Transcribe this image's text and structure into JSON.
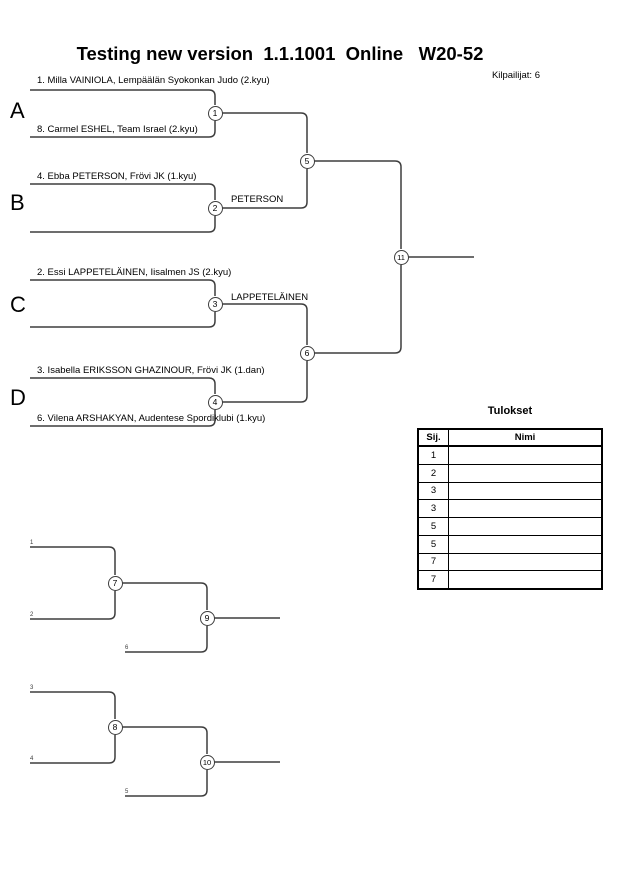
{
  "header": {
    "title": "Testing new version  1.1.1001  Online   W20-52",
    "competitors_label": "Kilpailijat: 6"
  },
  "pools": [
    {
      "id": "A",
      "letter": "A"
    },
    {
      "id": "B",
      "letter": "B"
    },
    {
      "id": "C",
      "letter": "C"
    },
    {
      "id": "D",
      "letter": "D"
    }
  ],
  "players": [
    {
      "id": "a1",
      "label": "1. Milla VAINIOLA, Lempäälän Syokonkan Judo (2.kyu)"
    },
    {
      "id": "a2",
      "label": "8. Carmel ESHEL, Team Israel (2.kyu)"
    },
    {
      "id": "b1",
      "label": "4. Ebba PETERSON, Frövi JK (1.kyu)"
    },
    {
      "id": "c1",
      "label": "2. Essi LAPPETELÄINEN, Iisalmen JS (2.kyu)"
    },
    {
      "id": "d1",
      "label": "3. Isabella ERIKSSON GHAZINOUR, Frövi JK (1.dan)"
    },
    {
      "id": "d2",
      "label": "6. Vilena ARSHAKYAN, Audentese Spordiklubi (1.kyu)"
    }
  ],
  "winner_labels": [
    {
      "match": "2",
      "name": "PETERSON"
    },
    {
      "match": "3",
      "name": "LAPPETELÄINEN"
    }
  ],
  "matches": [
    {
      "id": "1"
    },
    {
      "id": "2"
    },
    {
      "id": "3"
    },
    {
      "id": "4"
    },
    {
      "id": "5"
    },
    {
      "id": "6"
    },
    {
      "id": "11"
    },
    {
      "id": "7"
    },
    {
      "id": "8"
    },
    {
      "id": "9"
    },
    {
      "id": "10"
    }
  ],
  "repechage_seeds": [
    {
      "id": "r1",
      "label": "1"
    },
    {
      "id": "r2",
      "label": "2"
    },
    {
      "id": "r6",
      "label": "6"
    },
    {
      "id": "r3",
      "label": "3"
    },
    {
      "id": "r4",
      "label": "4"
    },
    {
      "id": "r5",
      "label": "5"
    }
  ],
  "results_table": {
    "title": "Tulokset",
    "columns": [
      "Sij.",
      "Nimi"
    ],
    "rows": [
      {
        "place": "1",
        "name": ""
      },
      {
        "place": "2",
        "name": ""
      },
      {
        "place": "3",
        "name": ""
      },
      {
        "place": "3",
        "name": ""
      },
      {
        "place": "5",
        "name": ""
      },
      {
        "place": "5",
        "name": ""
      },
      {
        "place": "7",
        "name": ""
      },
      {
        "place": "7",
        "name": ""
      }
    ]
  },
  "colors": {
    "line": "#3d3d3d",
    "text": "#000000",
    "background": "#ffffff"
  }
}
